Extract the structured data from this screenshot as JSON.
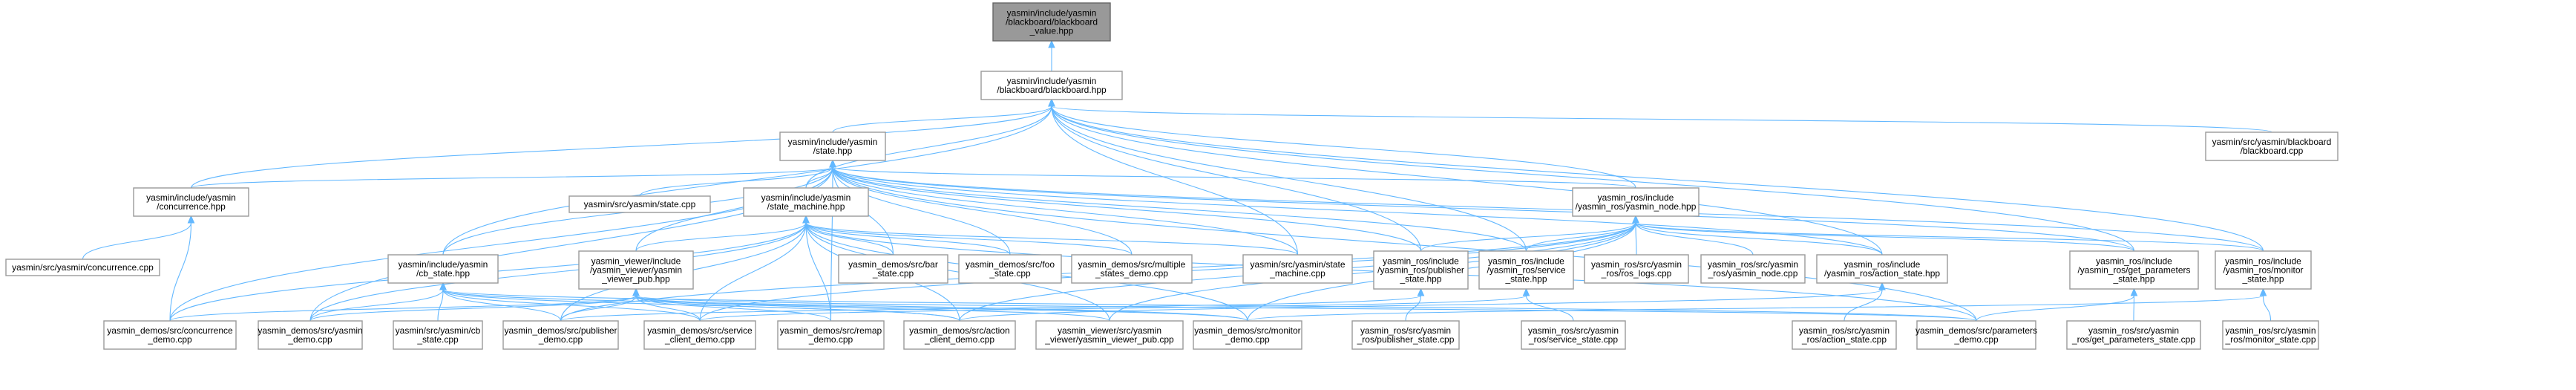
{
  "graph": {
    "colors": {
      "edge": "#63b8ff",
      "node_border": "#999999",
      "focus_fill": "#999999",
      "node_fill": "#ffffff"
    },
    "nodes": [
      {
        "id": "bb_value",
        "lines": [
          "yasmin/include/yasmin",
          "/blackboard/blackboard",
          "_value.hpp"
        ],
        "focus": true
      },
      {
        "id": "bb_hpp",
        "lines": [
          "yasmin/include/yasmin",
          "/blackboard/blackboard.hpp"
        ]
      },
      {
        "id": "state_hpp",
        "lines": [
          "yasmin/include/yasmin",
          "/state.hpp"
        ]
      },
      {
        "id": "bb_cpp",
        "lines": [
          "yasmin/src/yasmin/blackboard",
          "/blackboard.cpp"
        ]
      },
      {
        "id": "concurrence_hpp",
        "lines": [
          "yasmin/include/yasmin",
          "/concurrence.hpp"
        ]
      },
      {
        "id": "state_cpp",
        "lines": [
          "yasmin/src/yasmin/state.cpp"
        ]
      },
      {
        "id": "sm_hpp",
        "lines": [
          "yasmin/include/yasmin",
          "/state_machine.hpp"
        ]
      },
      {
        "id": "ros_node_hpp",
        "lines": [
          "yasmin_ros/include",
          "/yasmin_ros/yasmin_node.hpp"
        ]
      },
      {
        "id": "concurrence_cpp",
        "lines": [
          "yasmin/src/yasmin/concurrence.cpp"
        ]
      },
      {
        "id": "cb_state_hpp",
        "lines": [
          "yasmin/include/yasmin",
          "/cb_state.hpp"
        ]
      },
      {
        "id": "viewer_pub_hpp",
        "lines": [
          "yasmin_viewer/include",
          "/yasmin_viewer/yasmin",
          "_viewer_pub.hpp"
        ]
      },
      {
        "id": "bar_state",
        "lines": [
          "yasmin_demos/src/bar",
          "_state.cpp"
        ]
      },
      {
        "id": "foo_state",
        "lines": [
          "yasmin_demos/src/foo",
          "_state.cpp"
        ]
      },
      {
        "id": "multiple_states",
        "lines": [
          "yasmin_demos/src/multiple",
          "_states_demo.cpp"
        ]
      },
      {
        "id": "sm_cpp",
        "lines": [
          "yasmin/src/yasmin/state",
          "_machine.cpp"
        ]
      },
      {
        "id": "publisher_state_hpp",
        "lines": [
          "yasmin_ros/include",
          "/yasmin_ros/publisher",
          "_state.hpp"
        ]
      },
      {
        "id": "service_state_hpp",
        "lines": [
          "yasmin_ros/include",
          "/yasmin_ros/service",
          "_state.hpp"
        ]
      },
      {
        "id": "ros_logs",
        "lines": [
          "yasmin_ros/src/yasmin",
          "_ros/ros_logs.cpp"
        ]
      },
      {
        "id": "yasmin_node_cpp",
        "lines": [
          "yasmin_ros/src/yasmin",
          "_ros/yasmin_node.cpp"
        ]
      },
      {
        "id": "action_state_hpp",
        "lines": [
          "yasmin_ros/include",
          "/yasmin_ros/action_state.hpp"
        ]
      },
      {
        "id": "get_params_hpp",
        "lines": [
          "yasmin_ros/include",
          "/yasmin_ros/get_parameters",
          "_state.hpp"
        ]
      },
      {
        "id": "monitor_state_hpp",
        "lines": [
          "yasmin_ros/include",
          "/yasmin_ros/monitor",
          "_state.hpp"
        ]
      },
      {
        "id": "concurrence_demo",
        "lines": [
          "yasmin_demos/src/concurrence",
          "_demo.cpp"
        ]
      },
      {
        "id": "yasmin_demo",
        "lines": [
          "yasmin_demos/src/yasmin",
          "_demo.cpp"
        ]
      },
      {
        "id": "cb_state_cpp",
        "lines": [
          "yasmin/src/yasmin/cb",
          "_state.cpp"
        ]
      },
      {
        "id": "publisher_demo",
        "lines": [
          "yasmin_demos/src/publisher",
          "_demo.cpp"
        ]
      },
      {
        "id": "service_client_demo",
        "lines": [
          "yasmin_demos/src/service",
          "_client_demo.cpp"
        ]
      },
      {
        "id": "remap_demo",
        "lines": [
          "yasmin_demos/src/remap",
          "_demo.cpp"
        ]
      },
      {
        "id": "action_client_demo",
        "lines": [
          "yasmin_demos/src/action",
          "_client_demo.cpp"
        ]
      },
      {
        "id": "viewer_pub_cpp",
        "lines": [
          "yasmin_viewer/src/yasmin",
          "_viewer/yasmin_viewer_pub.cpp"
        ]
      },
      {
        "id": "monitor_demo",
        "lines": [
          "yasmin_demos/src/monitor",
          "_demo.cpp"
        ]
      },
      {
        "id": "publisher_state_cpp",
        "lines": [
          "yasmin_ros/src/yasmin",
          "_ros/publisher_state.cpp"
        ]
      },
      {
        "id": "service_state_cpp",
        "lines": [
          "yasmin_ros/src/yasmin",
          "_ros/service_state.cpp"
        ]
      },
      {
        "id": "action_state_cpp",
        "lines": [
          "yasmin_ros/src/yasmin",
          "_ros/action_state.cpp"
        ]
      },
      {
        "id": "parameters_demo",
        "lines": [
          "yasmin_demos/src/parameters",
          "_demo.cpp"
        ]
      },
      {
        "id": "get_params_cpp",
        "lines": [
          "yasmin_ros/src/yasmin",
          "_ros/get_parameters_state.cpp"
        ]
      },
      {
        "id": "monitor_state_cpp",
        "lines": [
          "yasmin_ros/src/yasmin",
          "_ros/monitor_state.cpp"
        ]
      }
    ],
    "edges": [
      [
        "bb_value",
        "bb_hpp"
      ],
      [
        "bb_hpp",
        "state_hpp"
      ],
      [
        "bb_hpp",
        "bb_cpp"
      ],
      [
        "bb_hpp",
        "concurrence_hpp"
      ],
      [
        "bb_hpp",
        "sm_hpp"
      ],
      [
        "bb_hpp",
        "ros_node_hpp"
      ],
      [
        "bb_hpp",
        "cb_state_hpp"
      ],
      [
        "bb_hpp",
        "sm_cpp"
      ],
      [
        "bb_hpp",
        "publisher_state_hpp"
      ],
      [
        "bb_hpp",
        "service_state_hpp"
      ],
      [
        "bb_hpp",
        "action_state_hpp"
      ],
      [
        "bb_hpp",
        "get_params_hpp"
      ],
      [
        "bb_hpp",
        "monitor_state_hpp"
      ],
      [
        "state_hpp",
        "concurrence_hpp"
      ],
      [
        "state_hpp",
        "state_cpp"
      ],
      [
        "state_hpp",
        "sm_hpp"
      ],
      [
        "state_hpp",
        "ros_node_hpp"
      ],
      [
        "state_hpp",
        "cb_state_hpp"
      ],
      [
        "state_hpp",
        "viewer_pub_hpp"
      ],
      [
        "state_hpp",
        "bar_state"
      ],
      [
        "state_hpp",
        "foo_state"
      ],
      [
        "state_hpp",
        "multiple_states"
      ],
      [
        "state_hpp",
        "sm_cpp"
      ],
      [
        "state_hpp",
        "publisher_state_hpp"
      ],
      [
        "state_hpp",
        "service_state_hpp"
      ],
      [
        "state_hpp",
        "action_state_hpp"
      ],
      [
        "state_hpp",
        "get_params_hpp"
      ],
      [
        "state_hpp",
        "monitor_state_hpp"
      ],
      [
        "state_hpp",
        "concurrence_demo"
      ],
      [
        "state_hpp",
        "yasmin_demo"
      ],
      [
        "state_hpp",
        "remap_demo"
      ],
      [
        "state_hpp",
        "parameters_demo"
      ],
      [
        "concurrence_hpp",
        "concurrence_cpp"
      ],
      [
        "concurrence_hpp",
        "concurrence_demo"
      ],
      [
        "sm_hpp",
        "viewer_pub_hpp"
      ],
      [
        "sm_hpp",
        "bar_state"
      ],
      [
        "sm_hpp",
        "foo_state"
      ],
      [
        "sm_hpp",
        "multiple_states"
      ],
      [
        "sm_hpp",
        "sm_cpp"
      ],
      [
        "sm_hpp",
        "concurrence_demo"
      ],
      [
        "sm_hpp",
        "yasmin_demo"
      ],
      [
        "sm_hpp",
        "publisher_demo"
      ],
      [
        "sm_hpp",
        "service_client_demo"
      ],
      [
        "sm_hpp",
        "remap_demo"
      ],
      [
        "sm_hpp",
        "action_client_demo"
      ],
      [
        "sm_hpp",
        "viewer_pub_cpp"
      ],
      [
        "sm_hpp",
        "monitor_demo"
      ],
      [
        "sm_hpp",
        "parameters_demo"
      ],
      [
        "ros_node_hpp",
        "publisher_state_hpp"
      ],
      [
        "ros_node_hpp",
        "service_state_hpp"
      ],
      [
        "ros_node_hpp",
        "ros_logs"
      ],
      [
        "ros_node_hpp",
        "yasmin_node_cpp"
      ],
      [
        "ros_node_hpp",
        "action_state_hpp"
      ],
      [
        "ros_node_hpp",
        "get_params_hpp"
      ],
      [
        "ros_node_hpp",
        "monitor_state_hpp"
      ],
      [
        "ros_node_hpp",
        "publisher_demo"
      ],
      [
        "ros_node_hpp",
        "service_client_demo"
      ],
      [
        "ros_node_hpp",
        "action_client_demo"
      ],
      [
        "ros_node_hpp",
        "viewer_pub_cpp"
      ],
      [
        "ros_node_hpp",
        "monitor_demo"
      ],
      [
        "cb_state_hpp",
        "yasmin_demo"
      ],
      [
        "cb_state_hpp",
        "cb_state_cpp"
      ],
      [
        "cb_state_hpp",
        "publisher_demo"
      ],
      [
        "cb_state_hpp",
        "service_client_demo"
      ],
      [
        "cb_state_hpp",
        "action_client_demo"
      ],
      [
        "cb_state_hpp",
        "monitor_demo"
      ],
      [
        "cb_state_hpp",
        "parameters_demo"
      ],
      [
        "viewer_pub_hpp",
        "concurrence_demo"
      ],
      [
        "viewer_pub_hpp",
        "yasmin_demo"
      ],
      [
        "viewer_pub_hpp",
        "publisher_demo"
      ],
      [
        "viewer_pub_hpp",
        "service_client_demo"
      ],
      [
        "viewer_pub_hpp",
        "remap_demo"
      ],
      [
        "viewer_pub_hpp",
        "action_client_demo"
      ],
      [
        "viewer_pub_hpp",
        "viewer_pub_cpp"
      ],
      [
        "viewer_pub_hpp",
        "monitor_demo"
      ],
      [
        "viewer_pub_hpp",
        "parameters_demo"
      ],
      [
        "publisher_state_hpp",
        "publisher_demo"
      ],
      [
        "publisher_state_hpp",
        "publisher_state_cpp"
      ],
      [
        "service_state_hpp",
        "service_client_demo"
      ],
      [
        "service_state_hpp",
        "service_state_cpp"
      ],
      [
        "action_state_hpp",
        "action_client_demo"
      ],
      [
        "action_state_hpp",
        "action_state_cpp"
      ],
      [
        "get_params_hpp",
        "parameters_demo"
      ],
      [
        "get_params_hpp",
        "get_params_cpp"
      ],
      [
        "monitor_state_hpp",
        "monitor_demo"
      ],
      [
        "monitor_state_hpp",
        "monitor_state_cpp"
      ]
    ]
  }
}
